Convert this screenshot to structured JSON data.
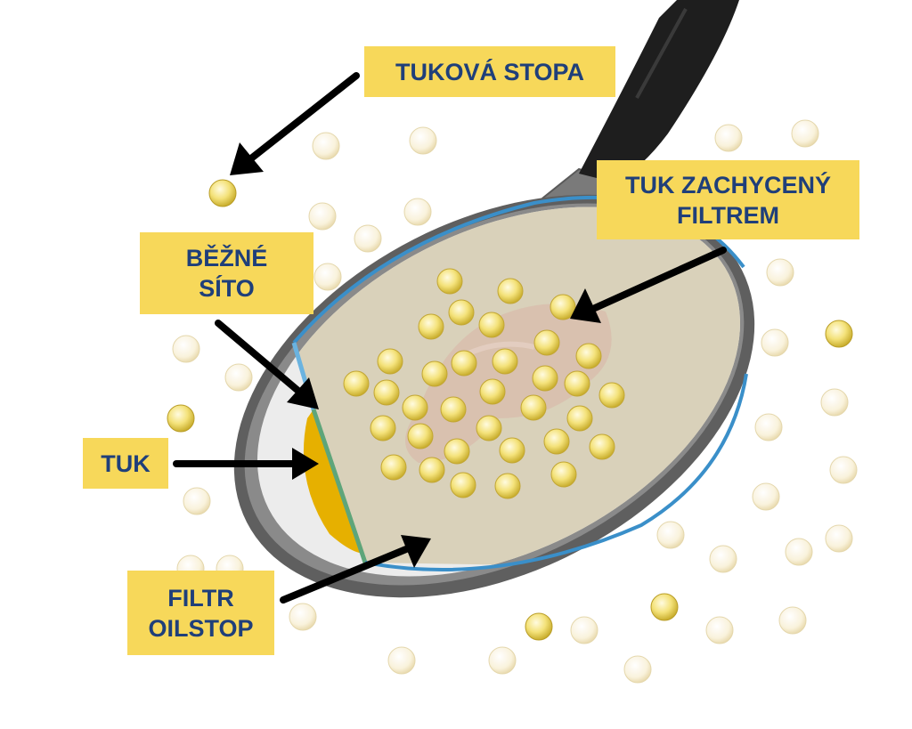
{
  "labels": {
    "tukova_stopa": "TUKOVÁ STOPA",
    "tuk_zachyceny_line1": "TUK ZACHYCENÝ",
    "tuk_zachyceny_line2": "FILTREM",
    "bezne_sito_line1": "BĚŽNÉ",
    "bezne_sito_line2": "SÍTO",
    "tuk": "TUK",
    "filtr_line1": "FILTR",
    "filtr_line2": "OILSTOP"
  },
  "colors": {
    "label_bg": "#f7d85a",
    "label_text": "#1f3f7a",
    "pan_rim": "#5a5a5a",
    "filter_edge": "#3a8fc9",
    "fat": "#e6b000",
    "filter_fill": "#d8cfb8"
  }
}
